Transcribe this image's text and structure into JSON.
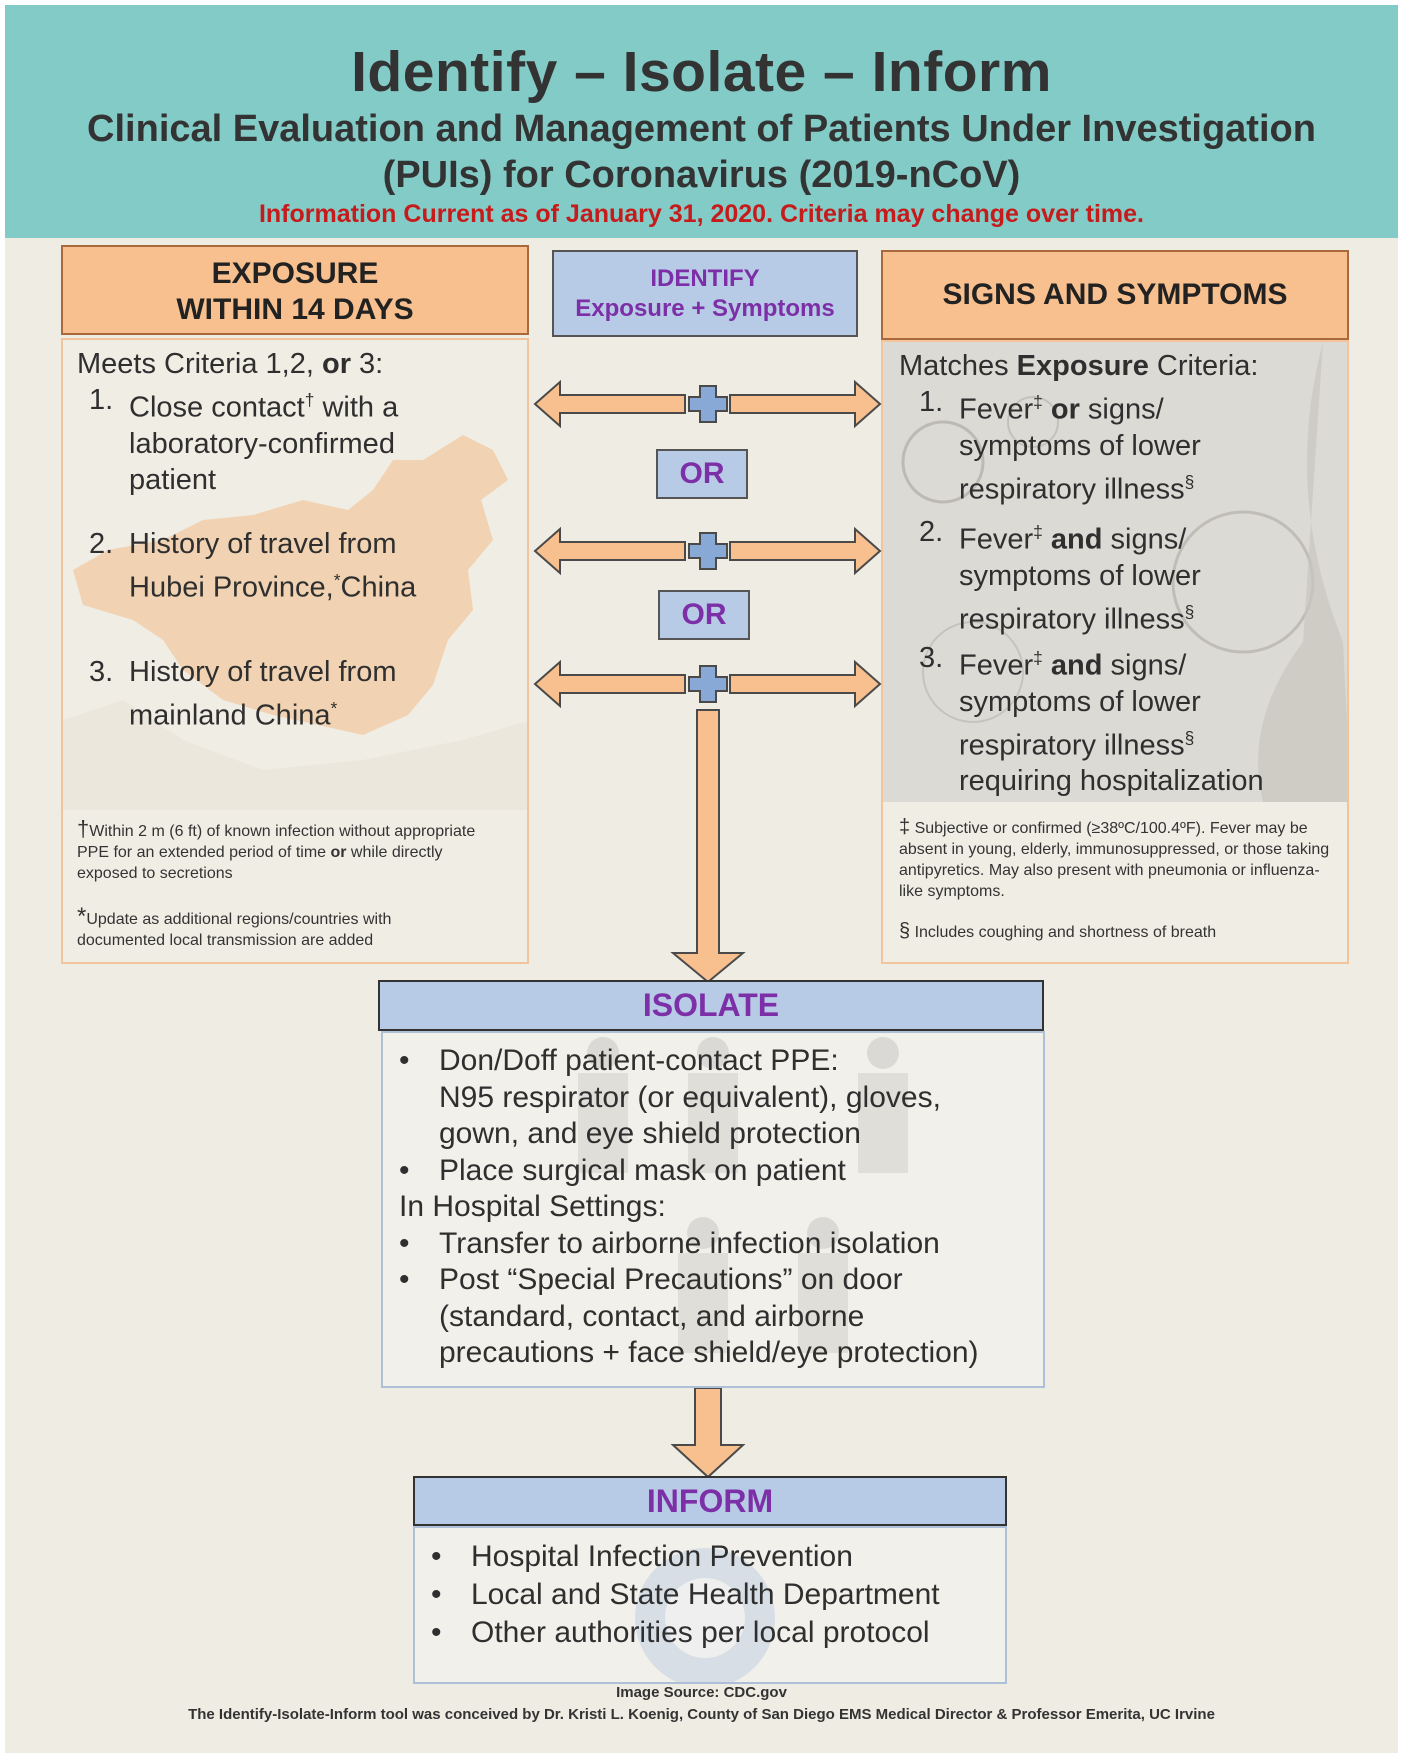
{
  "header": {
    "title": "Identify – Isolate – Inform",
    "subtitle_line1": "Clinical Evaluation and Management of Patients Under Investigation",
    "subtitle_line2": "(PUIs) for Coronavirus (2019-nCoV)",
    "notice": "Information Current as of January 31, 2020. Criteria may change over time."
  },
  "exposure": {
    "heading_line1": "EXPOSURE",
    "heading_line2": "WITHIN 14 DAYS",
    "intro_prefix": "Meets Criteria 1,2, ",
    "intro_or": "or",
    "intro_suffix": " 3:",
    "items": [
      {
        "num": "1.",
        "lines": [
          "Close contact",
          "with a",
          "laboratory-confirmed",
          "patient"
        ],
        "mark": "†"
      },
      {
        "num": "2.",
        "lines": [
          "History of travel from",
          "Hubei Province,",
          "China"
        ],
        "mark": "*"
      },
      {
        "num": "3.",
        "lines": [
          "History of travel from",
          "mainland China"
        ],
        "mark": "*"
      }
    ],
    "footnote1_mark": "†",
    "footnote1_a": "Within 2 m (6 ft) of known infection without appropriate PPE for an extended period of time ",
    "footnote1_or": "or",
    "footnote1_b": " while directly exposed to secretions",
    "footnote2_mark": "*",
    "footnote2": "Update as additional regions/countries with documented local transmission are added"
  },
  "identify": {
    "label_line1": "IDENTIFY",
    "label_line2": "Exposure + Symptoms",
    "or1": "OR",
    "or2": "OR"
  },
  "symptoms": {
    "heading": "SIGNS AND SYMPTOMS",
    "intro_prefix": "Matches ",
    "intro_bold": "Exposure",
    "intro_suffix": " Criteria:",
    "items": [
      {
        "num": "1.",
        "word": "Fever",
        "mark": "‡",
        "conj": "or",
        "rest": " signs/",
        "line2": "symptoms of lower",
        "line3": "respiratory illness",
        "mark3": "§",
        "line4": ""
      },
      {
        "num": "2.",
        "word": "Fever",
        "mark": "‡",
        "conj": "and",
        "rest": " signs/",
        "line2": "symptoms of lower",
        "line3": "respiratory illness",
        "mark3": "§",
        "line4": ""
      },
      {
        "num": "3.",
        "word": "Fever",
        "mark": "‡",
        "conj": "and",
        "rest": " signs/",
        "line2": "symptoms of lower",
        "line3": "respiratory illness",
        "mark3": "§",
        "line4": "requiring hospitalization"
      }
    ],
    "footnote1_mark": "‡",
    "footnote1": "Subjective or confirmed (≥38ºC/100.4ºF). Fever may be absent in young, elderly, immunosuppressed, or those taking antipyretics. May also present with pneumonia or influenza-like symptoms.",
    "footnote2_mark": "§",
    "footnote2": "Includes coughing and shortness of breath"
  },
  "isolate": {
    "heading": "ISOLATE",
    "bullet1_line1": "Don/Doff patient-contact PPE:",
    "bullet1_line2": "N95 respirator (or equivalent), gloves,",
    "bullet1_line3": "gown, and eye shield protection",
    "bullet2": "Place surgical mask on patient",
    "hospital_label": "In Hospital Settings:",
    "bullet3": "Transfer to airborne infection isolation",
    "bullet4_line1": "Post “Special Precautions” on door",
    "bullet4_line2": "(standard, contact, and airborne",
    "bullet4_line3": "precautions + face shield/eye protection)"
  },
  "inform": {
    "heading": "INFORM",
    "items": [
      "Hospital Infection Prevention",
      "Local and State Health Department",
      "Other authorities per local protocol"
    ]
  },
  "credits": {
    "source": "Image Source: CDC.gov",
    "conceived": "The Identify-Isolate-Inform tool was conceived by Dr. Kristi L. Koenig, County of San Diego EMS Medical Director & Professor Emerita, UC Irvine"
  },
  "colors": {
    "header_bg": "#82cbc7",
    "orange": "#f8c08f",
    "blue_box": "#b8cbe6",
    "purple_text": "#7c2fa6",
    "red_notice": "#c61b1b"
  }
}
